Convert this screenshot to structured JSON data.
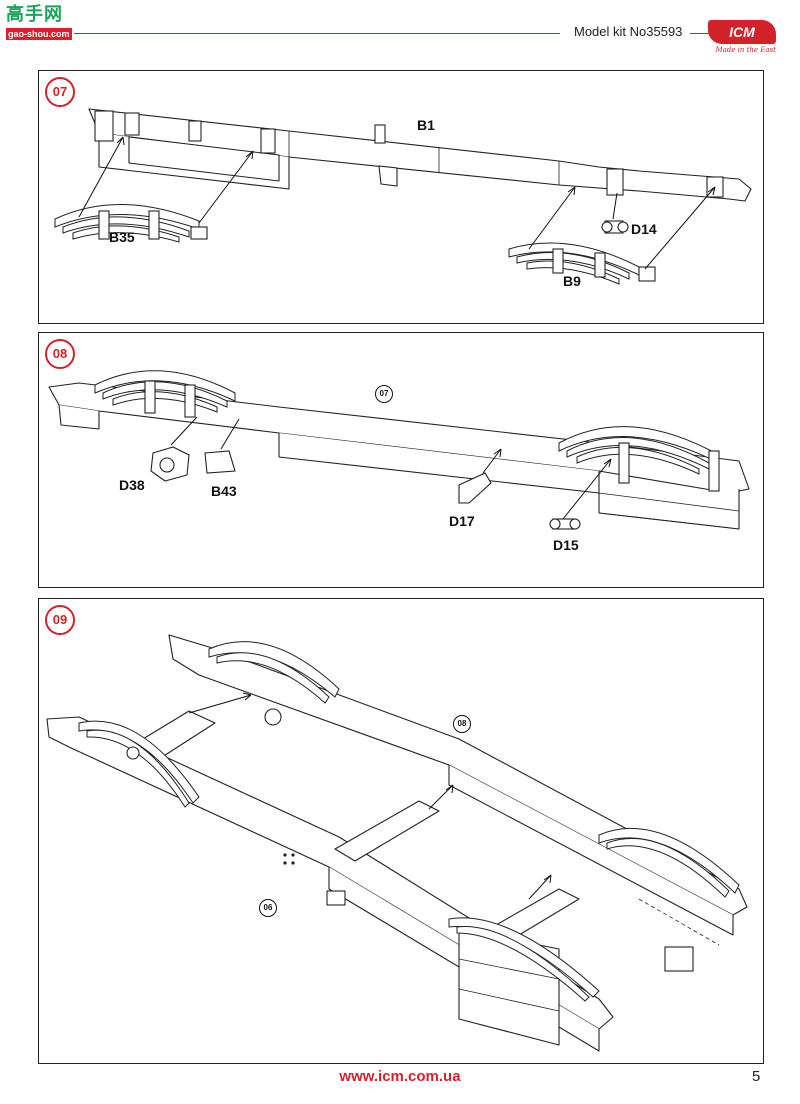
{
  "header": {
    "watermark_cn": "高手网",
    "watermark_url": "gao-shou.com",
    "model_kit": "Model kit No35593",
    "brand": "ICM",
    "brand_tagline": "Made in the East"
  },
  "steps": [
    {
      "number": "07",
      "labels": {
        "frame": "B1",
        "rear_spring": "B35",
        "front_spring": "B9",
        "shackle": "D14"
      }
    },
    {
      "number": "08",
      "ref": "07",
      "labels": {
        "a": "D38",
        "b": "B43",
        "c": "D17",
        "d": "D15"
      }
    },
    {
      "number": "09",
      "ref_top": "08",
      "ref_bottom": "06"
    }
  ],
  "footer": {
    "url": "www.icm.com.ua",
    "page": "5"
  }
}
